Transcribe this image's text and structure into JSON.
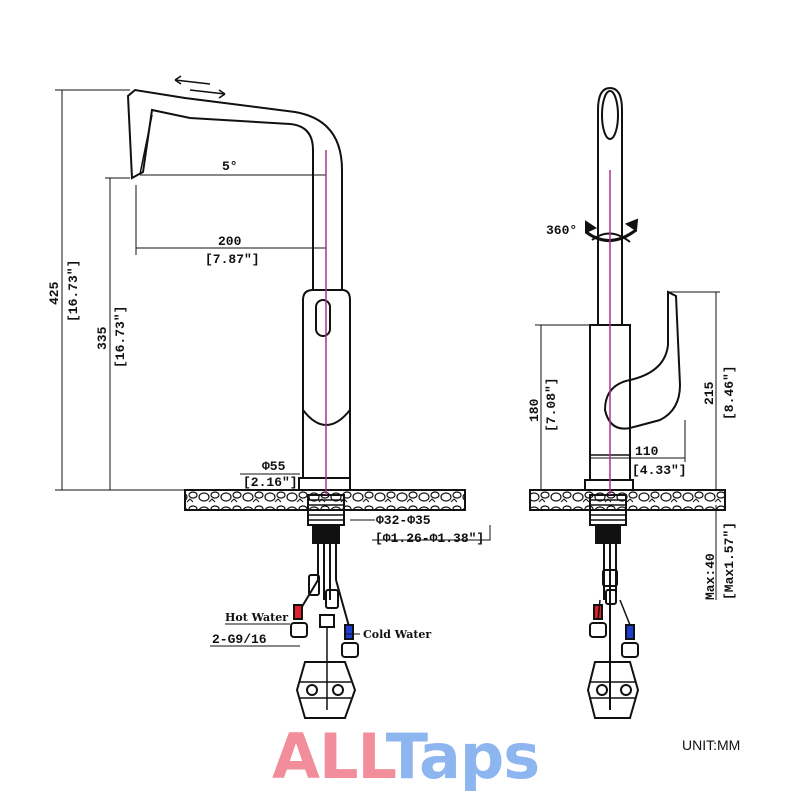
{
  "unit_label": "UNIT:MM",
  "logo": {
    "part1": "ALL",
    "part2": "Taps",
    "color1": "#f28d9b",
    "color2": "#8db6f1"
  },
  "left_view": {
    "angle": "5°",
    "width_mm": "200",
    "width_in": "[7.87\"]",
    "height_total_mm": "425",
    "height_total_in": "[16.73\"]",
    "height_outlet_mm": "335",
    "height_outlet_in": "[16.73\"]",
    "base_dia_mm": "Φ55",
    "base_dia_in": "[2.16\"]",
    "hole_dia_mm": "Φ32-Φ35",
    "hole_dia_in": "[Φ1.26-Φ1.38\"]",
    "hot_label": "Hot Water",
    "cold_label": "Cold Water",
    "thread_label": "2-G9/16"
  },
  "right_view": {
    "rotation": "360°",
    "body_height_mm": "180",
    "body_height_in": "[7.08\"]",
    "handle_height_mm": "215",
    "handle_height_in": "[8.46\"]",
    "handle_reach_mm": "110",
    "handle_reach_in": "[4.33\"]",
    "thickness_mm": "Max:40",
    "thickness_in": "[Max1.57\"]"
  },
  "colors": {
    "hot": "#e0202a",
    "cold": "#1f3fd0",
    "centerline": "#b0308a"
  }
}
